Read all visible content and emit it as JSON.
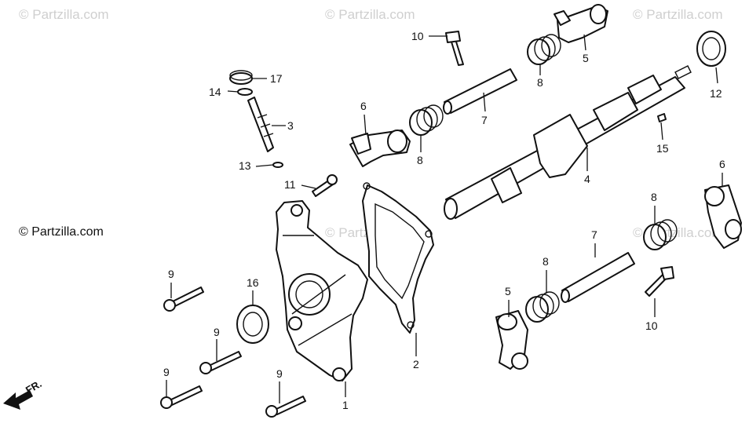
{
  "watermarks": [
    "© Partzilla.com",
    "© Partzilla.com",
    "© Partzilla.com",
    "© Partzilla.com",
    "© Partzilla.com"
  ],
  "copyright": "© Partzilla.com",
  "front_marker": "FR.",
  "callouts": [
    "1",
    "2",
    "3",
    "4",
    "5",
    "5",
    "6",
    "6",
    "7",
    "7",
    "8",
    "8",
    "8",
    "8",
    "9",
    "9",
    "9",
    "9",
    "10",
    "10",
    "11",
    "12",
    "13",
    "14",
    "15",
    "16",
    "17"
  ]
}
